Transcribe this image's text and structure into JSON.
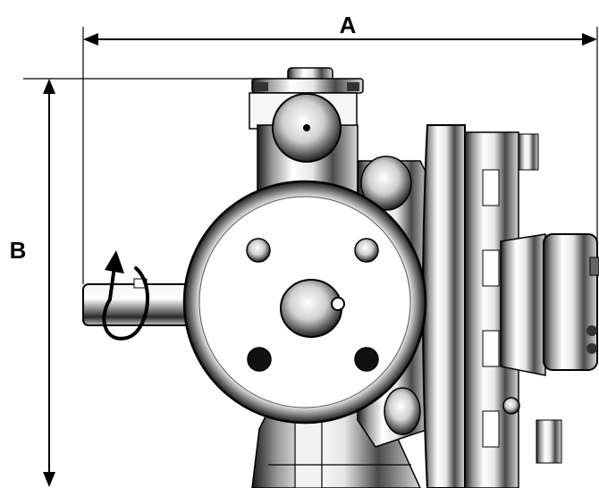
{
  "dimensions": {
    "width_label": "A",
    "height_label": "B"
  },
  "annotations": {
    "rotation_arrow": "rotation-direction-arrow"
  },
  "colors": {
    "line": "#000000",
    "background": "#ffffff"
  }
}
